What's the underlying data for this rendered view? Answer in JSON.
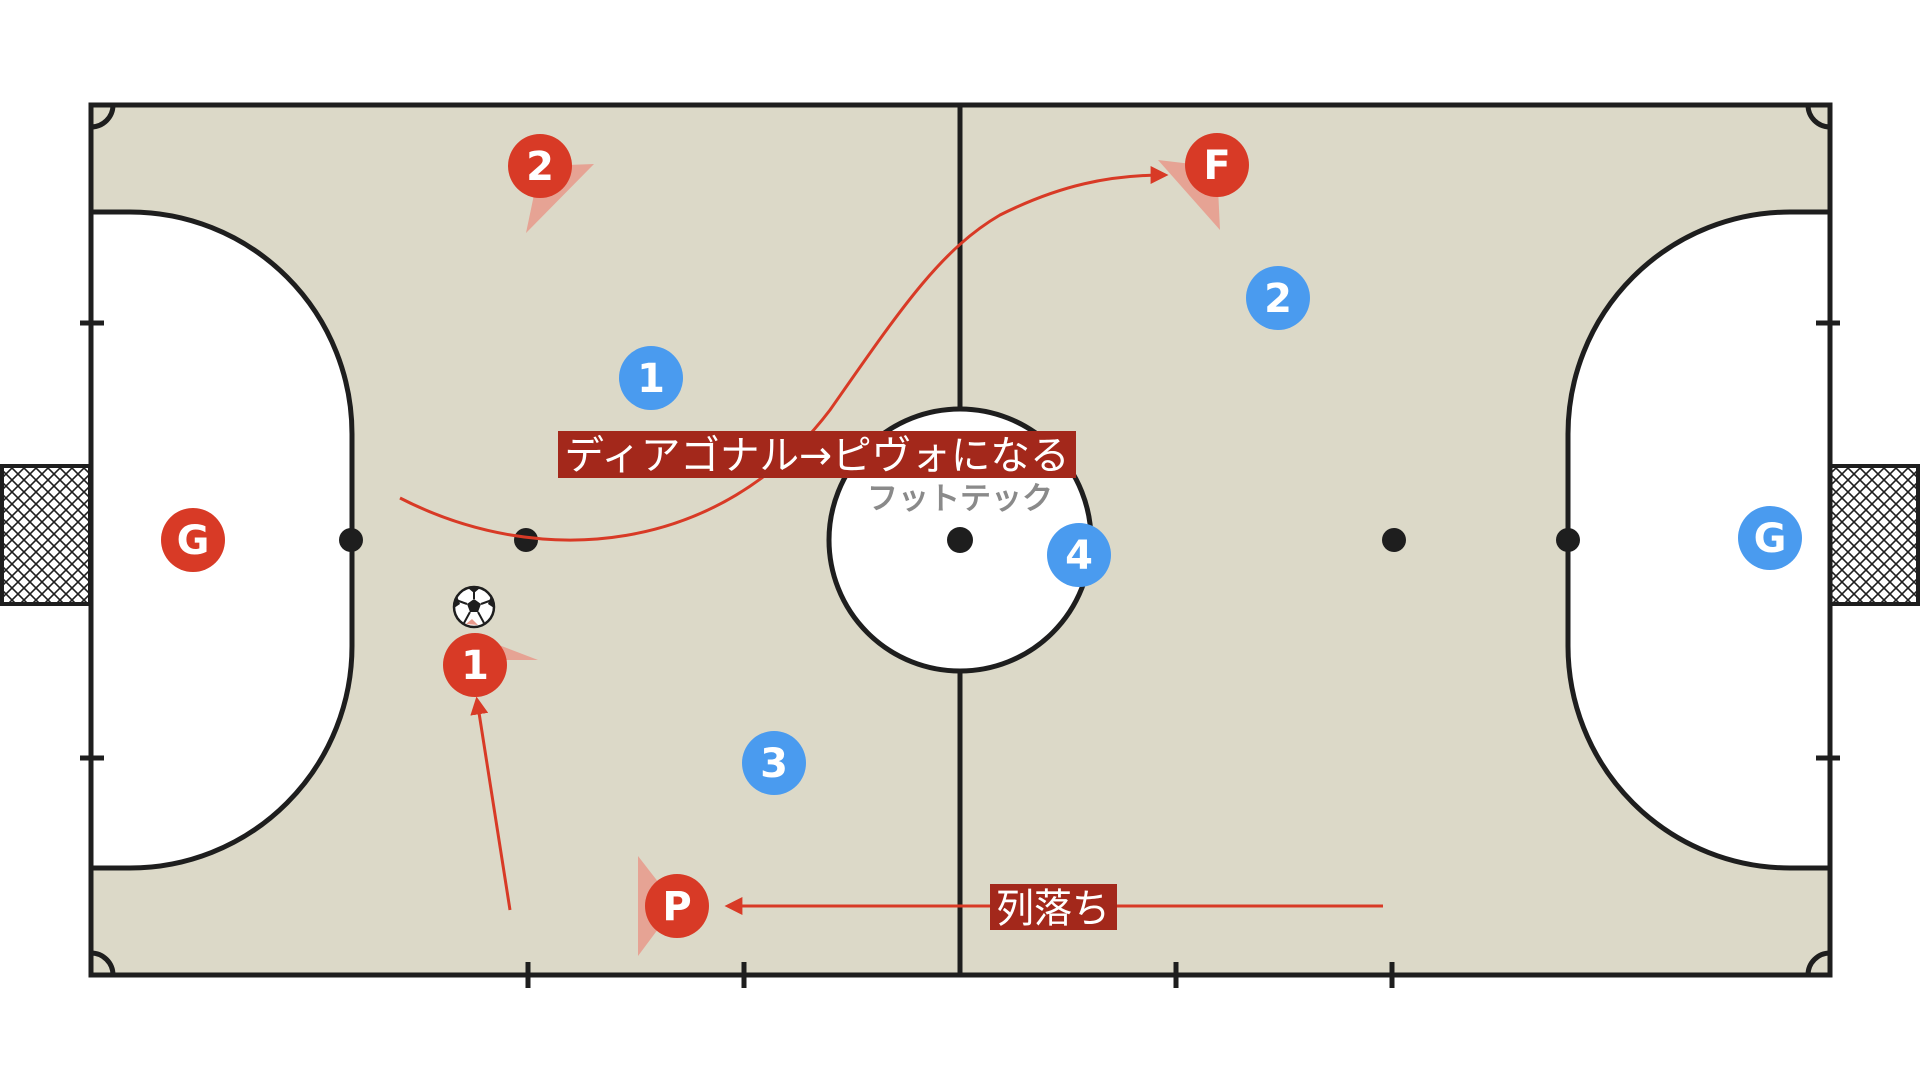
{
  "diagram": {
    "callouts": {
      "diagonal": "ディアゴナル→ピヴォになる",
      "drop": "列落ち"
    },
    "watermark": "フットテック",
    "red_team": {
      "goalkeeper": "G",
      "fixo": "1",
      "ala": "2",
      "pivo": "P",
      "forward": "F"
    },
    "blue_team": {
      "goalkeeper": "G",
      "p1": "1",
      "p2": "2",
      "p3": "3",
      "p4": "4"
    },
    "colors": {
      "court": "#dcd9c8",
      "lines": "#1e1e1e",
      "red_team": "#d83a26",
      "blue_team": "#4a9bef",
      "arrow": "#d83a26",
      "callout_bg": "#a3281b",
      "facing_wedge": "#e8998b"
    },
    "icons": [
      "soccer-ball-icon",
      "goal-net-icon"
    ]
  }
}
